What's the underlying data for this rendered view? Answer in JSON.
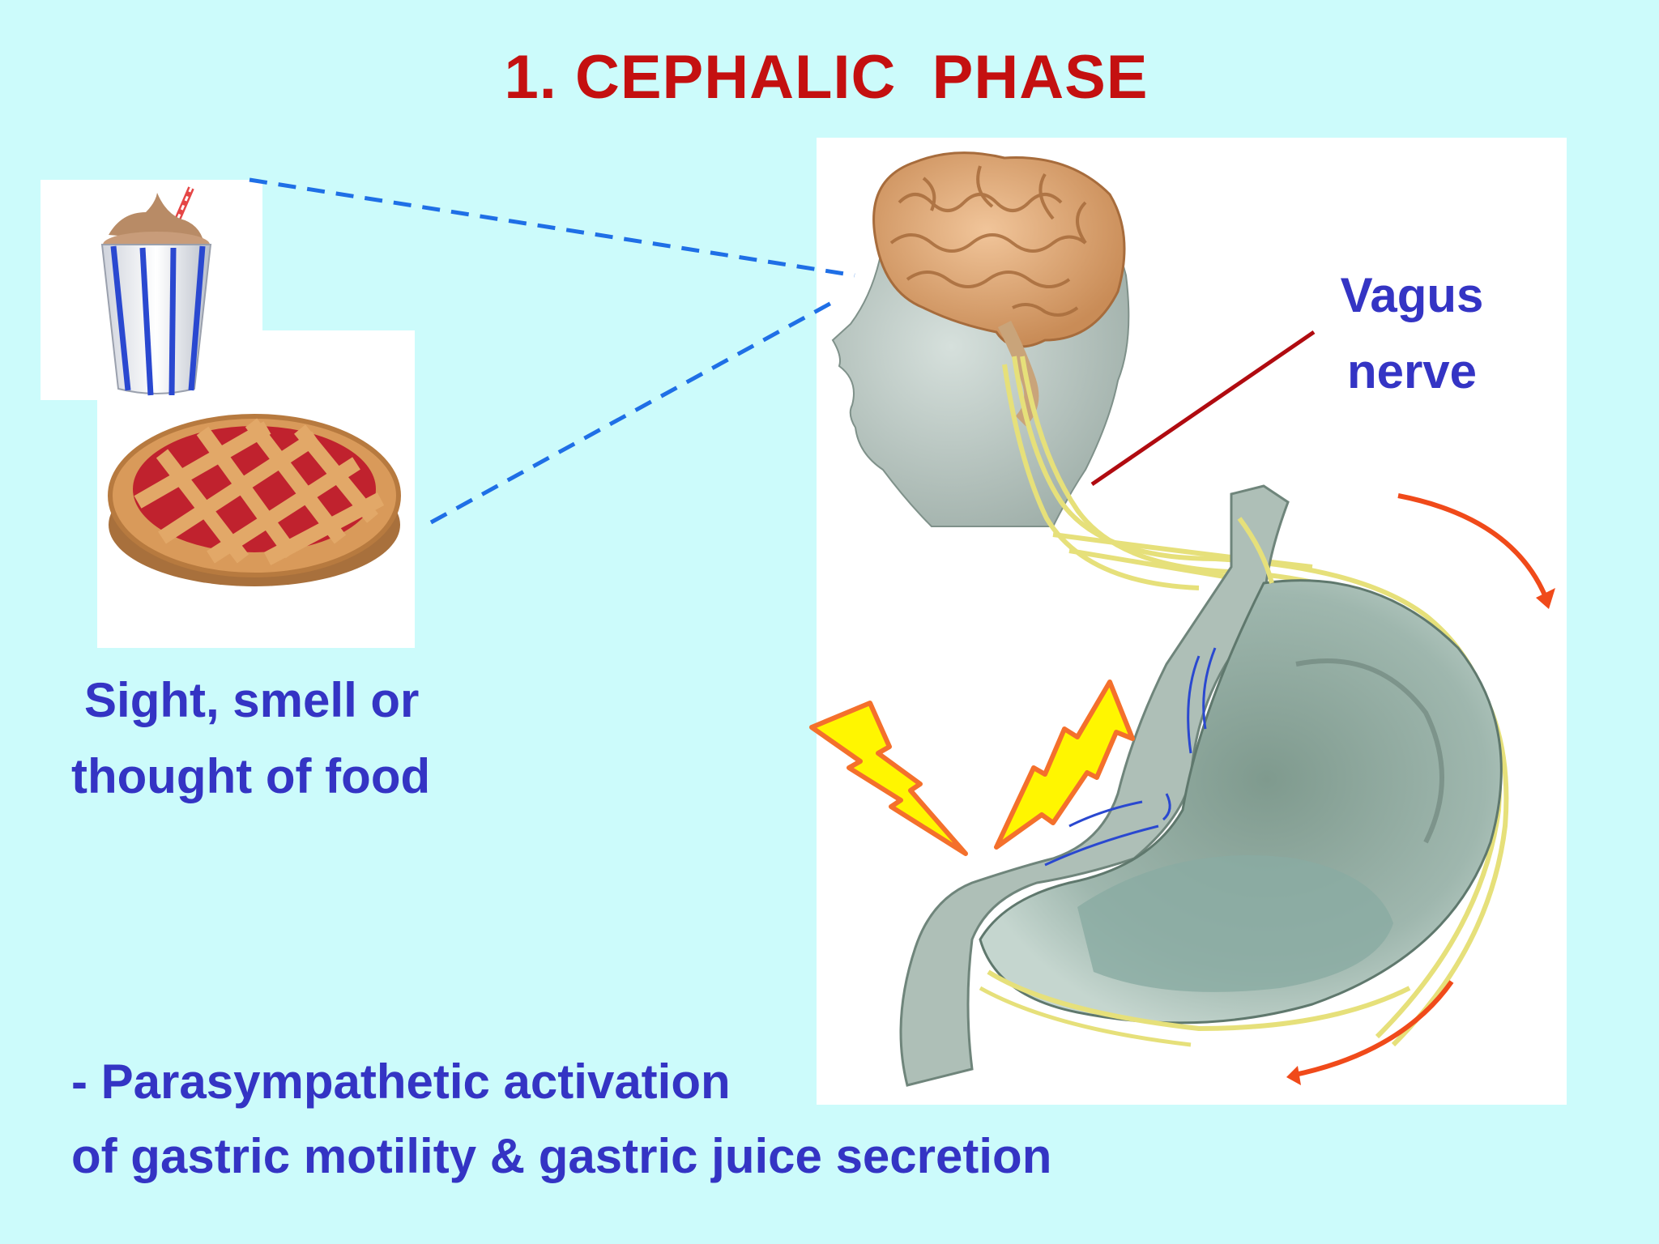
{
  "slide": {
    "title": "1. CEPHALIC  PHASE",
    "stimulus_caption": {
      "line1": "Sight, smell or",
      "line2": "thought of food"
    },
    "nerve_label": {
      "line1": "Vagus",
      "line2": "nerve"
    },
    "effect_text": {
      "line1": "- Parasympathetic activation",
      "line2": "of gastric motility & gastric juice secretion"
    }
  },
  "illustrations": {
    "drink": "milkshake-cup-icon",
    "pie": "lattice-cherry-pie-icon",
    "anatomy": "head-brain-stomach-illustration"
  },
  "colors": {
    "background": "#ccfbfb",
    "title": "#c41010",
    "text": "#3434c4",
    "connector": "#1f6fe6",
    "vagus_line": "#b00b10",
    "arrows": "#f04a1a",
    "nerve_fibers": "#e6e07a"
  }
}
